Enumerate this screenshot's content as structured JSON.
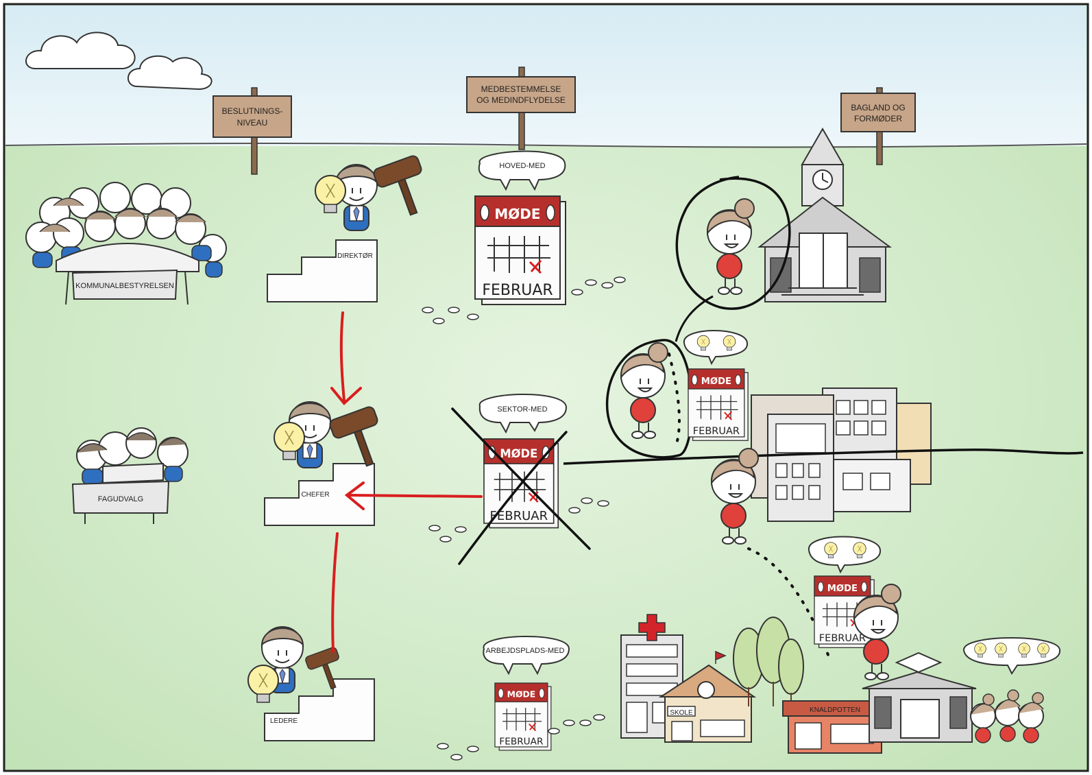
{
  "signs": {
    "decision_level": [
      "BESLUTNINGS-",
      "NIVEAU"
    ],
    "codetermination": [
      "MEDBESTEMMELSE",
      "OG MEDINDFLYDELSE"
    ],
    "backing": [
      "BAGLAND OG",
      "FORMØDER"
    ]
  },
  "bodies": {
    "municipal_council": "KOMMUNALBESTYRELSEN",
    "committee": "FAGUDVALG"
  },
  "podiums": {
    "director": "DIREKTØR",
    "chiefs": "CHEFER",
    "leaders": "LEDERE"
  },
  "bubbles": {
    "main_med": "HOVED-MED",
    "sector_med": "SEKTOR-MED",
    "workplace_med": "ARBEJDSPLADS-MED"
  },
  "calendar": {
    "title": "MØDE",
    "month": "FEBRUAR"
  },
  "buildings": {
    "school": "SKOLE",
    "kindergarten": "KNALDPOTTEN"
  },
  "colors": {
    "sky": "#cfe6ef",
    "grass": "#cde8c4",
    "calendar_red": "#b5302c",
    "arrow_red": "#d91e1e",
    "sign_wood": "#c7a588",
    "worker_red": "#e0413a",
    "manager_blue": "#2f6fc0"
  }
}
